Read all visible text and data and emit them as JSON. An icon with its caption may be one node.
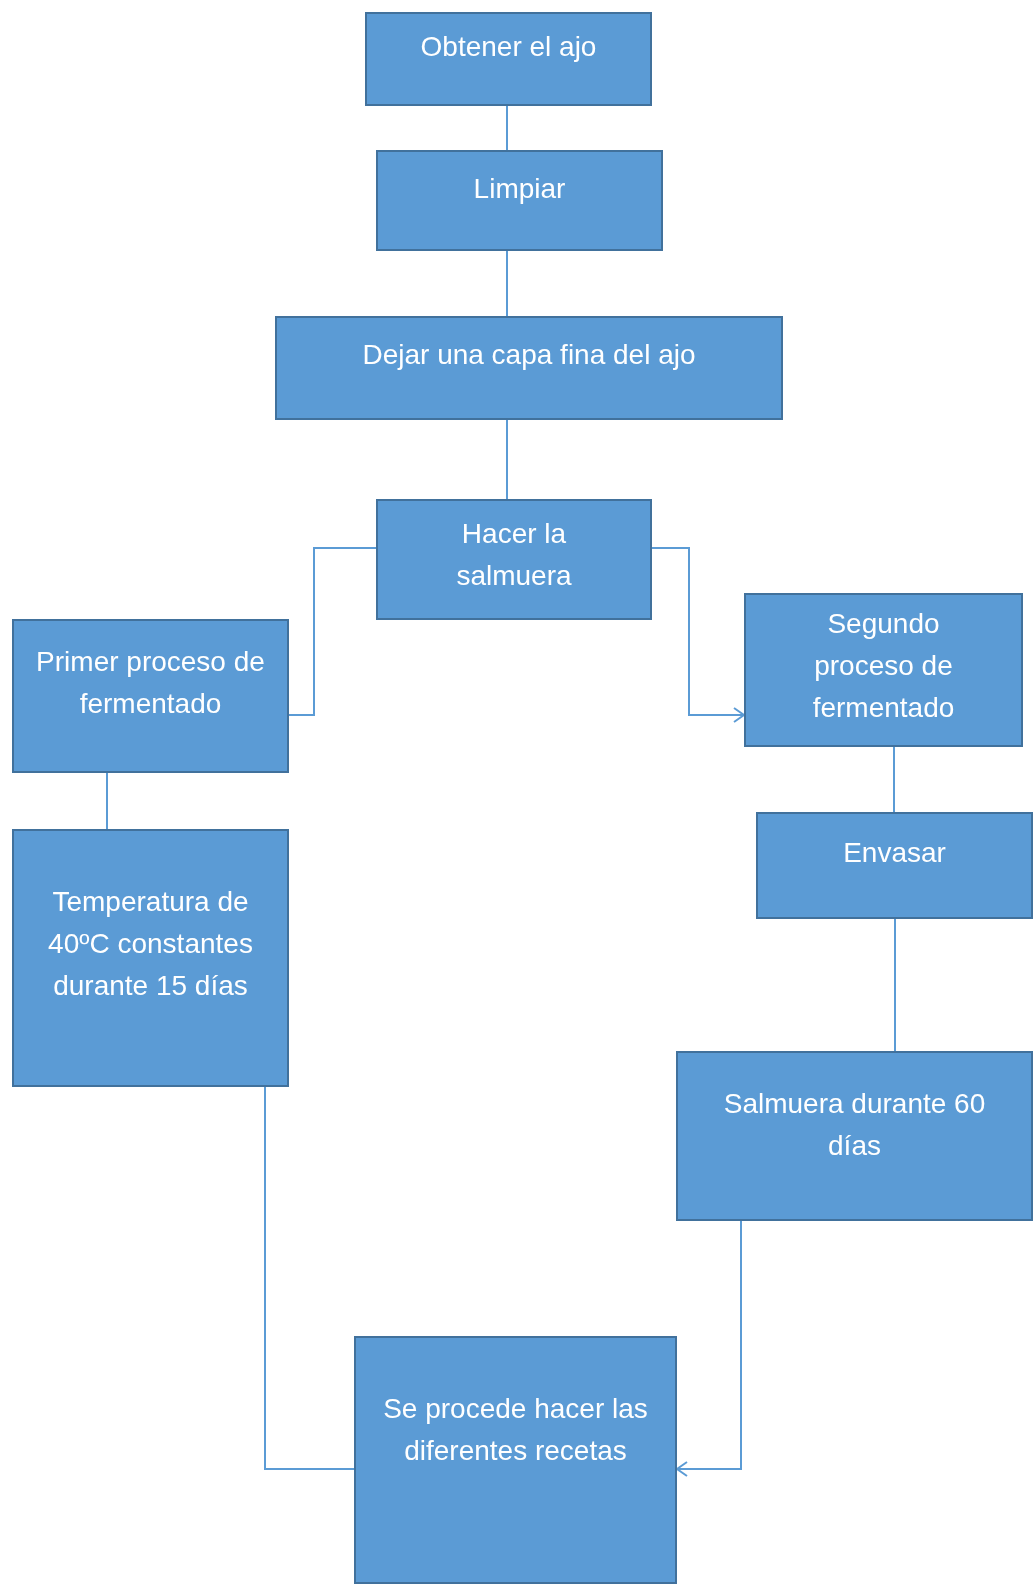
{
  "diagram": {
    "nodes": [
      {
        "text": [
          "Obtener el ajo"
        ]
      },
      {
        "text": [
          "Limpiar"
        ]
      },
      {
        "text": [
          "Dejar una capa fina del ajo"
        ]
      },
      {
        "text": [
          "Hacer la salmuera"
        ]
      },
      {
        "text": [
          "Primer proceso de fermentado"
        ]
      },
      {
        "text": [
          "Segundo proceso de fermentado"
        ]
      },
      {
        "text": [
          "Temperatura de 40ºC constantes durante 15 días"
        ]
      },
      {
        "text": [
          "Envasar"
        ]
      },
      {
        "text": [
          "Salmuera durante 60 días"
        ]
      },
      {
        "text": [
          "Se procede hacer las diferentes recetas"
        ]
      }
    ],
    "edges": [
      {
        "from": 0,
        "to": 1,
        "arrow": "none"
      },
      {
        "from": 1,
        "to": 2,
        "arrow": "none"
      },
      {
        "from": 2,
        "to": 3,
        "arrow": "none"
      },
      {
        "from": 3,
        "to": 4,
        "arrow": "none"
      },
      {
        "from": 3,
        "to": 5,
        "arrow": "to"
      },
      {
        "from": 4,
        "to": 6,
        "arrow": "none"
      },
      {
        "from": 5,
        "to": 7,
        "arrow": "none"
      },
      {
        "from": 7,
        "to": 8,
        "arrow": "none"
      },
      {
        "from": 6,
        "to": 9,
        "arrow": "none"
      },
      {
        "from": 8,
        "to": 9,
        "arrow": "to"
      }
    ]
  }
}
